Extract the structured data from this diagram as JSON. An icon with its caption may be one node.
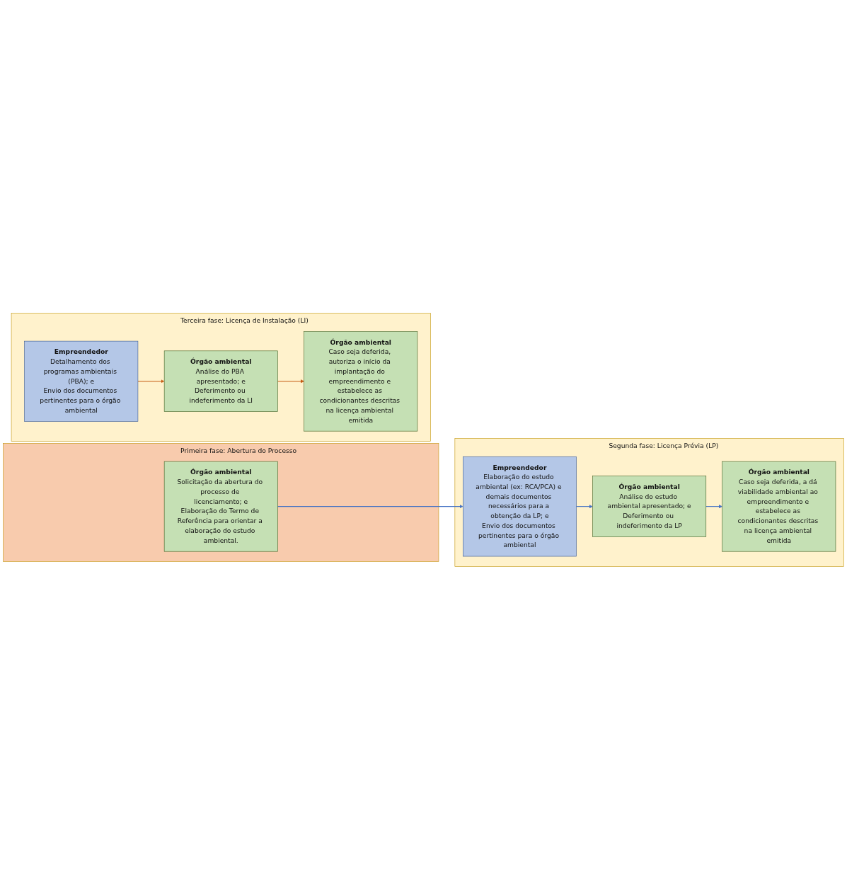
{
  "diagram": {
    "nodes": [
      {
        "text": [
          "Primeira fase: Abertura do Processo"
        ]
      },
      {
        "text": [
          "Órgão ambiental",
          "Solicitação da abertura do processo de licenciamento; e",
          "Elaboração do Termo de Referência para orientar a elaboração do estudo ambiental."
        ],
        "in": 0
      },
      {
        "text": [
          "Segunda fase: Licença Prévia (LP)"
        ]
      },
      {
        "text": [
          "Empreendedor",
          "Elaboração do estudo ambiental (ex: RCA/PCA) e demais documentos necessários para a obtenção da LP; e",
          "Envio dos documentos pertinentes para o órgão ambiental"
        ],
        "in": 2
      },
      {
        "text": [
          "Órgão ambiental",
          "Análise do estudo ambiental apresentado; e",
          "Deferimento ou indeferimento da LP"
        ],
        "in": 2
      },
      {
        "text": [
          "Órgão ambiental",
          "Caso seja deferida, a dá viabilidade ambiental ao empreendimento e estabelece as condicionantes descritas na licença ambiental emitida"
        ],
        "in": 2
      },
      {
        "text": [
          "Terceira fase: Licença de Instalação (LI)"
        ]
      },
      {
        "text": [
          "Empreendedor",
          "Detalhamento dos programas ambientais (PBA); e",
          "Envio dos documentos pertinentes para o órgão ambiental"
        ],
        "in": 6
      },
      {
        "text": [
          "Órgão ambiental",
          "Análise do PBA apresentado; e",
          "Deferimento ou indeferimento da LI"
        ],
        "in": 6
      },
      {
        "text": [
          "Órgão ambiental",
          "Caso seja deferida, autoriza o início da implantação do empreendimento e estabelece as condicionantes descritas na licença ambiental emitida"
        ],
        "in": 6
      }
    ],
    "edges": [
      {
        "from": 1,
        "to": 3,
        "arrow": "to"
      },
      {
        "from": 3,
        "to": 4,
        "arrow": "to"
      },
      {
        "from": 4,
        "to": 5,
        "arrow": "to"
      },
      {
        "from": 7,
        "to": 8,
        "arrow": "to",
        "color": "#c55a11"
      },
      {
        "from": 8,
        "to": 9,
        "arrow": "to",
        "color": "#c55a11"
      }
    ]
  }
}
